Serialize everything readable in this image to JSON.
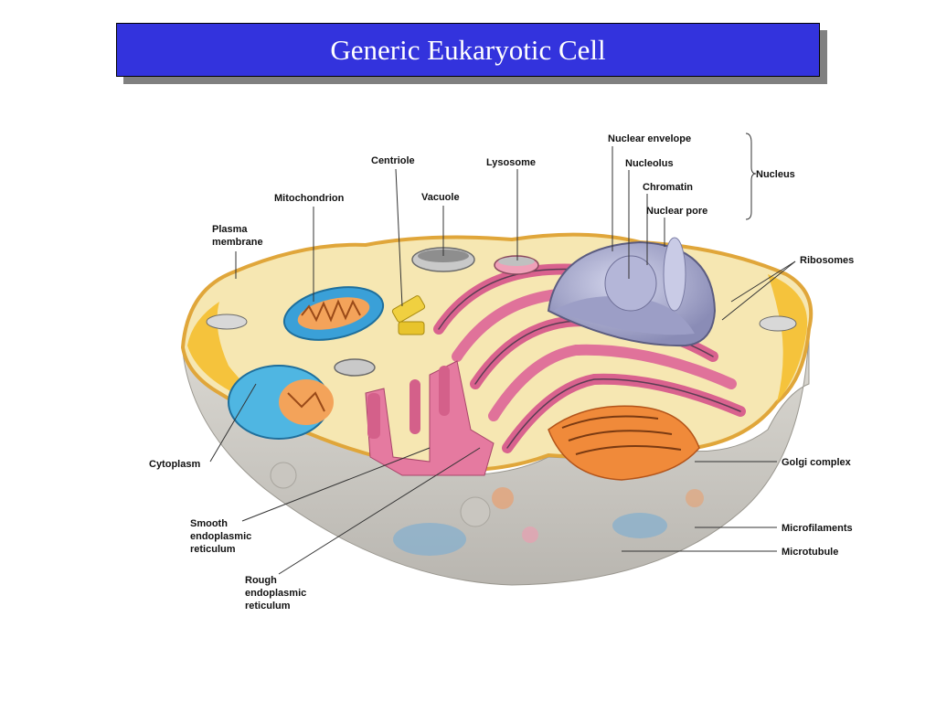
{
  "title": "Generic Eukaryotic Cell",
  "labels": {
    "nuclear_envelope": "Nuclear envelope",
    "nucleolus": "Nucleolus",
    "chromatin": "Chromatin",
    "nuclear_pore": "Nuclear pore",
    "nucleus": "Nucleus",
    "centriole": "Centriole",
    "lysosome": "Lysosome",
    "vacuole": "Vacuole",
    "mitochondrion": "Mitochondrion",
    "plasma_membrane_1": "Plasma",
    "plasma_membrane_2": "membrane",
    "ribosomes": "Ribosomes",
    "cytoplasm": "Cytoplasm",
    "golgi_complex": "Golgi complex",
    "smooth_er_1": "Smooth",
    "smooth_er_2": "endoplasmic",
    "smooth_er_3": "reticulum",
    "microfilaments": "Microfilaments",
    "microtubule": "Microtubule",
    "rough_er_1": "Rough",
    "rough_er_2": "endoplasmic",
    "rough_er_3": "reticulum"
  }
}
